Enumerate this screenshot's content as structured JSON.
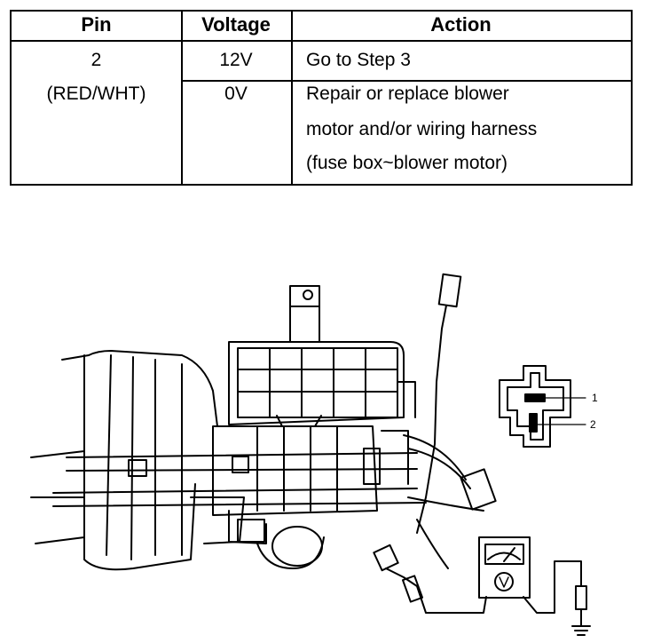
{
  "table": {
    "headers": [
      "Pin",
      "Voltage",
      "Action"
    ],
    "pin": "2",
    "pin_color": "(RED/WHT)",
    "rows": [
      {
        "voltage": "12V",
        "action": [
          "Go to Step 3"
        ]
      },
      {
        "voltage": "0V",
        "action": [
          "Repair or replace blower",
          "motor and/or wiring harness",
          "(fuse box~blower motor)"
        ]
      }
    ]
  },
  "diagram": {
    "connector_pin_labels": [
      "1",
      "2"
    ]
  }
}
